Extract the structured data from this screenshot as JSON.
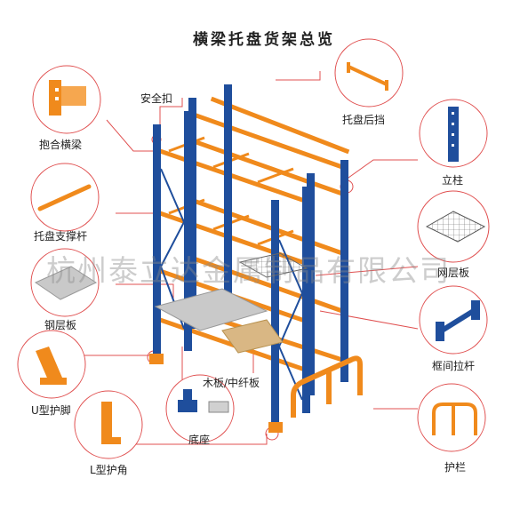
{
  "title": "横梁托盘货架总览",
  "watermark": "杭州泰立达金属制品有限公司",
  "labels": {
    "safety_clip": "安全扣",
    "pallet_back_stop": "托盘后挡",
    "holding_beam": "抱合横梁",
    "upright": "立柱",
    "pallet_support_bar": "托盘支撑杆",
    "wire_deck": "网层板",
    "steel_deck": "钢层板",
    "frame_tie_bar": "框间拉杆",
    "u_guard": "U型护脚",
    "wood_board": "木板/中纤板",
    "base_plate": "底座",
    "l_guard": "L型护角",
    "guardrail": "护栏"
  },
  "colors": {
    "upright_blue": "#1f4e9c",
    "beam_orange": "#f08a1c",
    "callout_line": "#e05050",
    "deck_gray": "#c9c9c9",
    "wood": "#d9b784",
    "watermark": "#8a8a8a"
  }
}
